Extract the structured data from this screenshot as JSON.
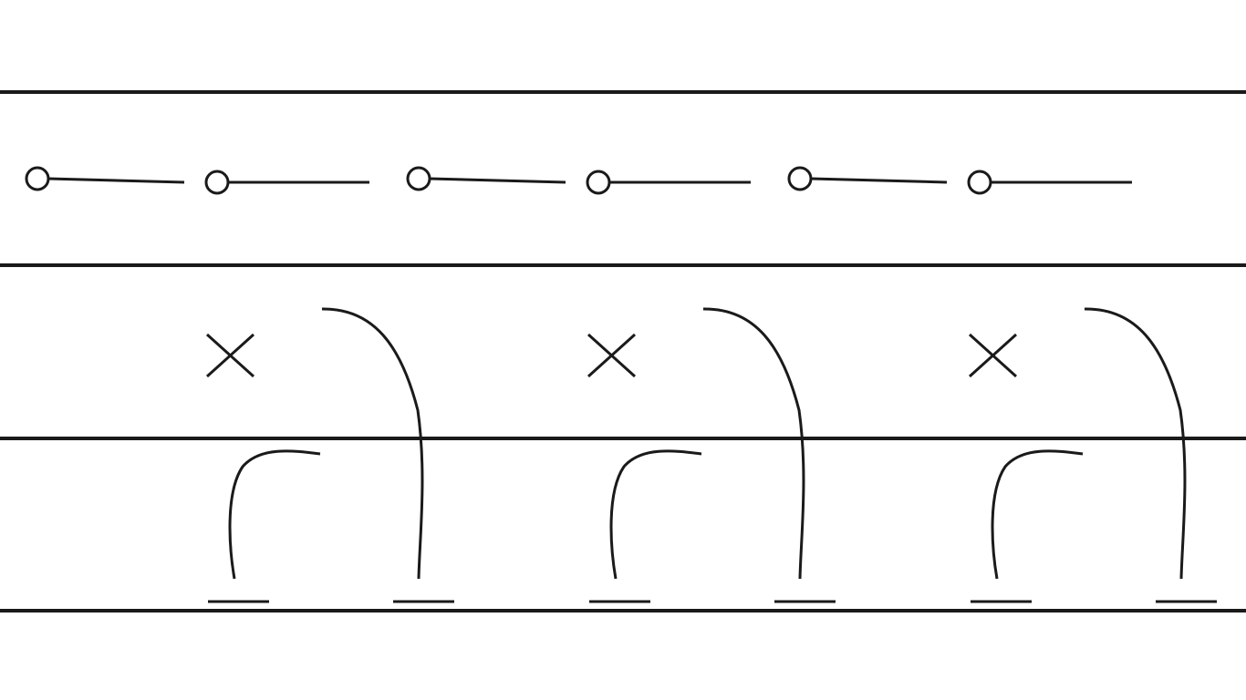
{
  "colors": {
    "ink": "#1a1a1a",
    "background": "#ffffff"
  },
  "bands": {
    "count": 4
  },
  "pin_row": {
    "pins": [
      {
        "name": "pin-1",
        "tilt": "down"
      },
      {
        "name": "pin-2",
        "tilt": "flat"
      },
      {
        "name": "pin-3",
        "tilt": "down"
      },
      {
        "name": "pin-4",
        "tilt": "flat"
      },
      {
        "name": "pin-5",
        "tilt": "down"
      },
      {
        "name": "pin-6",
        "tilt": "flat"
      }
    ]
  },
  "motif_groups": {
    "count": 3,
    "items_per_group": [
      "cross-mark",
      "tall-hook",
      "short-hook",
      "base-dash-left",
      "base-dash-right"
    ]
  }
}
